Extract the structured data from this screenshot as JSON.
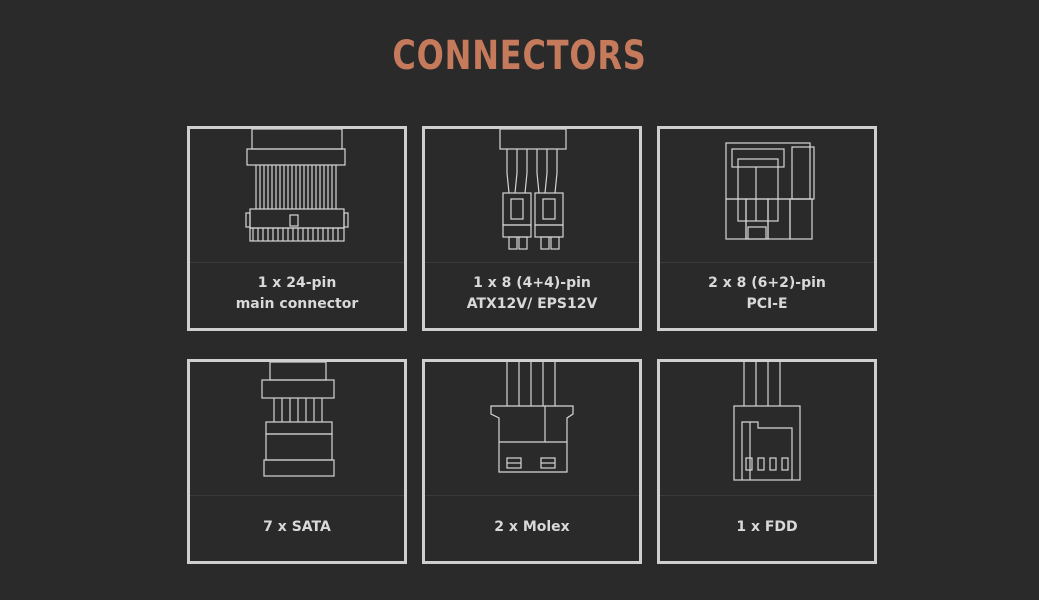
{
  "header": {
    "title": "CONNECTORS"
  },
  "colors": {
    "background": "#2a2a2a",
    "accent": "#c57a5c",
    "border": "#cfcfcf",
    "text": "#d9d9d9",
    "line": "#d6d6d6"
  },
  "connectors": [
    {
      "icon": "24-pin-connector-icon",
      "line1": "1 x 24-pin",
      "line2": "main connector"
    },
    {
      "icon": "8-pin-eps-connector-icon",
      "line1": "1 x 8 (4+4)-pin",
      "line2": "ATX12V/ EPS12V"
    },
    {
      "icon": "pcie-connector-icon",
      "line1": "2 x 8 (6+2)-pin",
      "line2": "PCI-E"
    },
    {
      "icon": "sata-connector-icon",
      "line1": "7 x SATA",
      "line2": ""
    },
    {
      "icon": "molex-connector-icon",
      "line1": "2 x Molex",
      "line2": ""
    },
    {
      "icon": "fdd-connector-icon",
      "line1": "1 x FDD",
      "line2": ""
    }
  ]
}
